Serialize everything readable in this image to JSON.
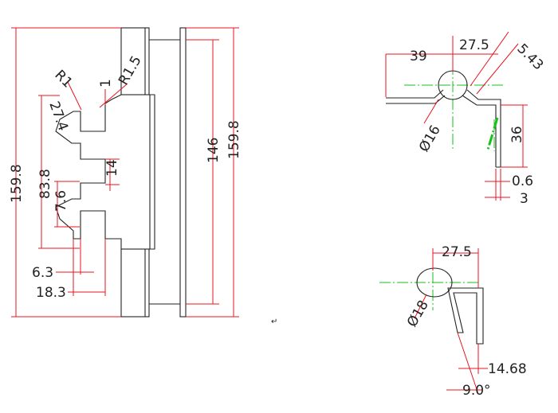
{
  "colors": {
    "part_outline": "#222222",
    "dimension": "#e8141f",
    "centerline": "#16c21b",
    "background": "#ffffff"
  },
  "front_view": {
    "labels": {
      "overall_height_left": "159.8",
      "overall_height_right": "159.8",
      "plate_height": "146",
      "slot_span": "83.8",
      "slot_height": "14",
      "slot_gap": "7.6",
      "chamfer": "27.4",
      "radius_1": "R1",
      "radius_1_5": "R1.5",
      "tab_1": "1",
      "offset_1": "6.3",
      "offset_2": "18.3"
    }
  },
  "side_view_top": {
    "labels": {
      "width_39": "39",
      "width_27_5": "27.5",
      "dim_5_43": "5.43",
      "diameter": "Ø16",
      "height_36": "36",
      "thickness": "0.6",
      "total_3": "3"
    }
  },
  "side_view_bottom": {
    "labels": {
      "width_27_5": "27.5",
      "diameter": "Ø18",
      "dim_14_68": "14.68",
      "angle": "9.0°"
    }
  },
  "misc": {
    "cursor_mark": "↵"
  }
}
